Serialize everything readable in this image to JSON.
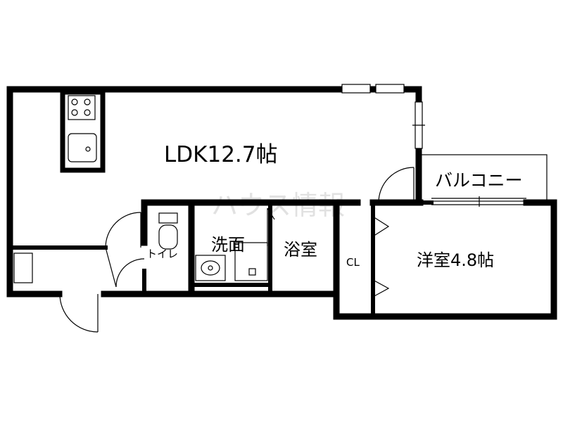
{
  "plan": {
    "rooms": {
      "ldk": "LDK12.7帖",
      "balcony": "バルコニー",
      "washroom": "洗面",
      "bath": "浴室",
      "toilet": "トイレ",
      "closet": "CL",
      "western_room": "洋室4.8帖"
    },
    "watermark": "ハウス情報"
  }
}
